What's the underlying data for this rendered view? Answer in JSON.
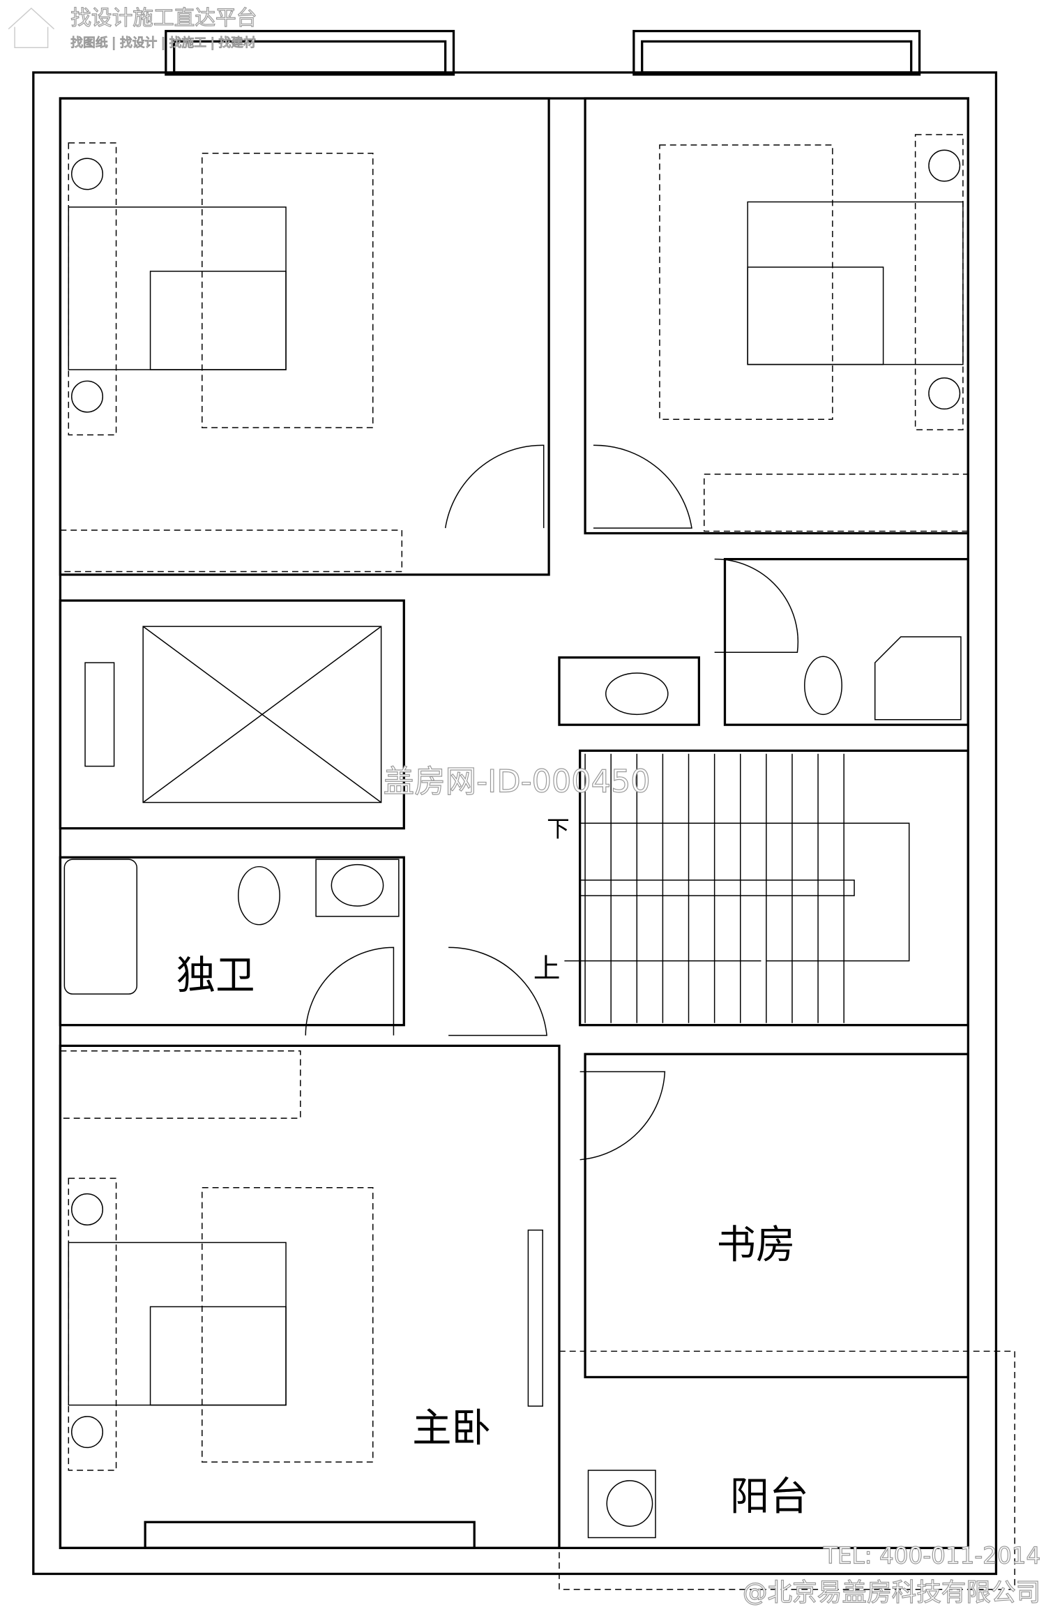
{
  "logo": {
    "title": "找设计施工直达平台",
    "subtitle": "找图纸 | 找设计 | 找施工 | 找建材"
  },
  "watermark": "盖房网-ID-000450",
  "rooms": {
    "bathroom": "独卫",
    "master_bedroom": "主卧",
    "study": "书房",
    "balcony": "阳台"
  },
  "stairs": {
    "up": "上",
    "down": "下"
  },
  "footer": {
    "tel": "TEL: 400-011-2014",
    "company": "@北京易盖房科技有限公司"
  }
}
